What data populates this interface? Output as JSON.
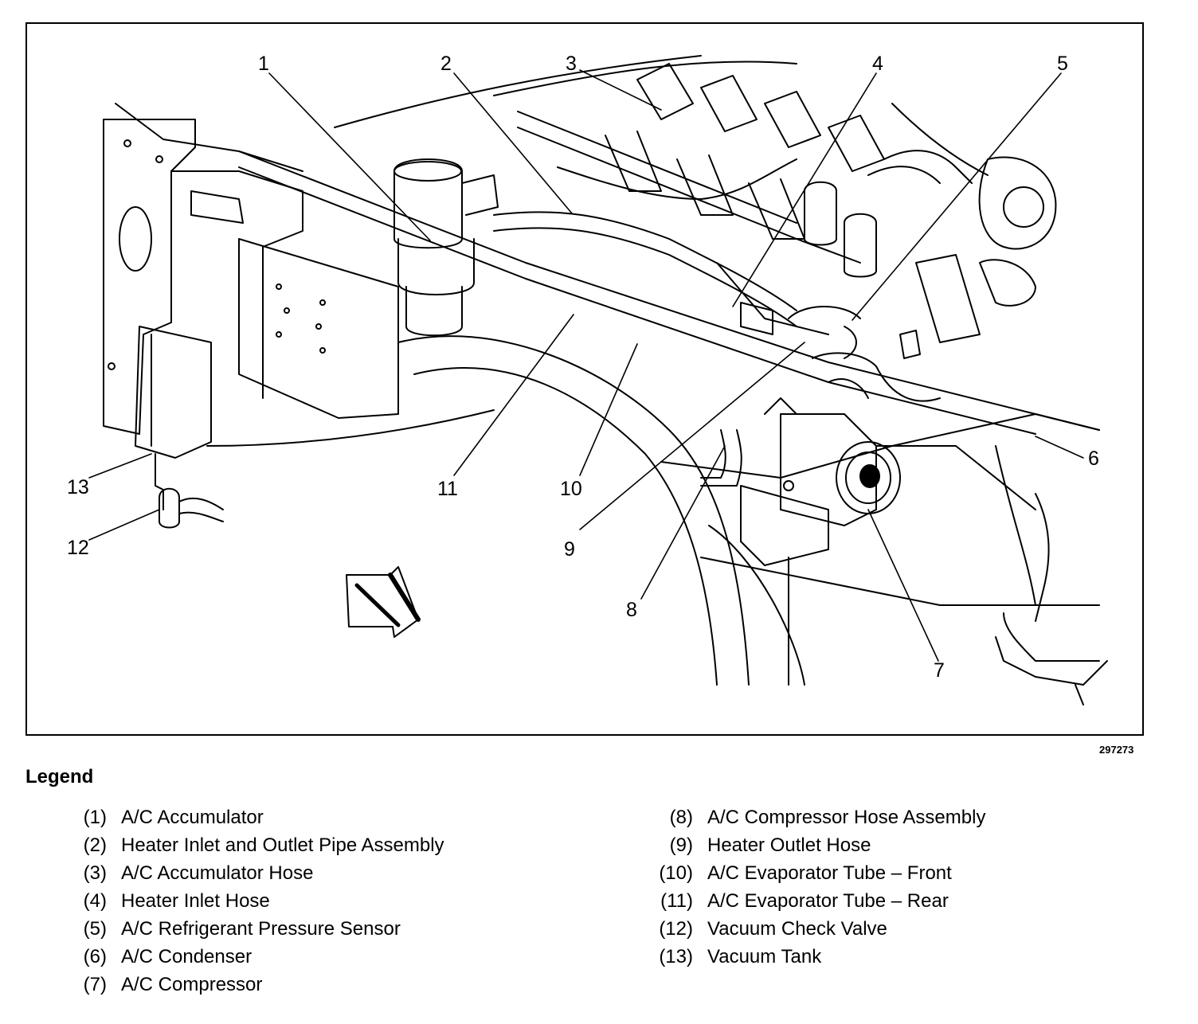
{
  "figure": {
    "id": "297273",
    "callouts": [
      "1",
      "2",
      "3",
      "4",
      "5",
      "6",
      "7",
      "8",
      "9",
      "10",
      "11",
      "12",
      "13"
    ]
  },
  "legend": {
    "title": "Legend",
    "left": [
      {
        "num": "(1)",
        "text": "A/C Accumulator"
      },
      {
        "num": "(2)",
        "text": "Heater Inlet and Outlet Pipe Assembly"
      },
      {
        "num": "(3)",
        "text": "A/C Accumulator Hose"
      },
      {
        "num": "(4)",
        "text": "Heater Inlet Hose"
      },
      {
        "num": "(5)",
        "text": "A/C Refrigerant Pressure Sensor"
      },
      {
        "num": "(6)",
        "text": "A/C Condenser"
      },
      {
        "num": "(7)",
        "text": "A/C Compressor"
      }
    ],
    "right": [
      {
        "num": "(8)",
        "text": "A/C Compressor Hose Assembly"
      },
      {
        "num": "(9)",
        "text": "Heater Outlet Hose"
      },
      {
        "num": "(10)",
        "text": "A/C Evaporator Tube – Front"
      },
      {
        "num": "(11)",
        "text": "A/C Evaporator Tube – Rear"
      },
      {
        "num": "(12)",
        "text": "Vacuum Check Valve"
      },
      {
        "num": "(13)",
        "text": "Vacuum Tank"
      }
    ]
  }
}
